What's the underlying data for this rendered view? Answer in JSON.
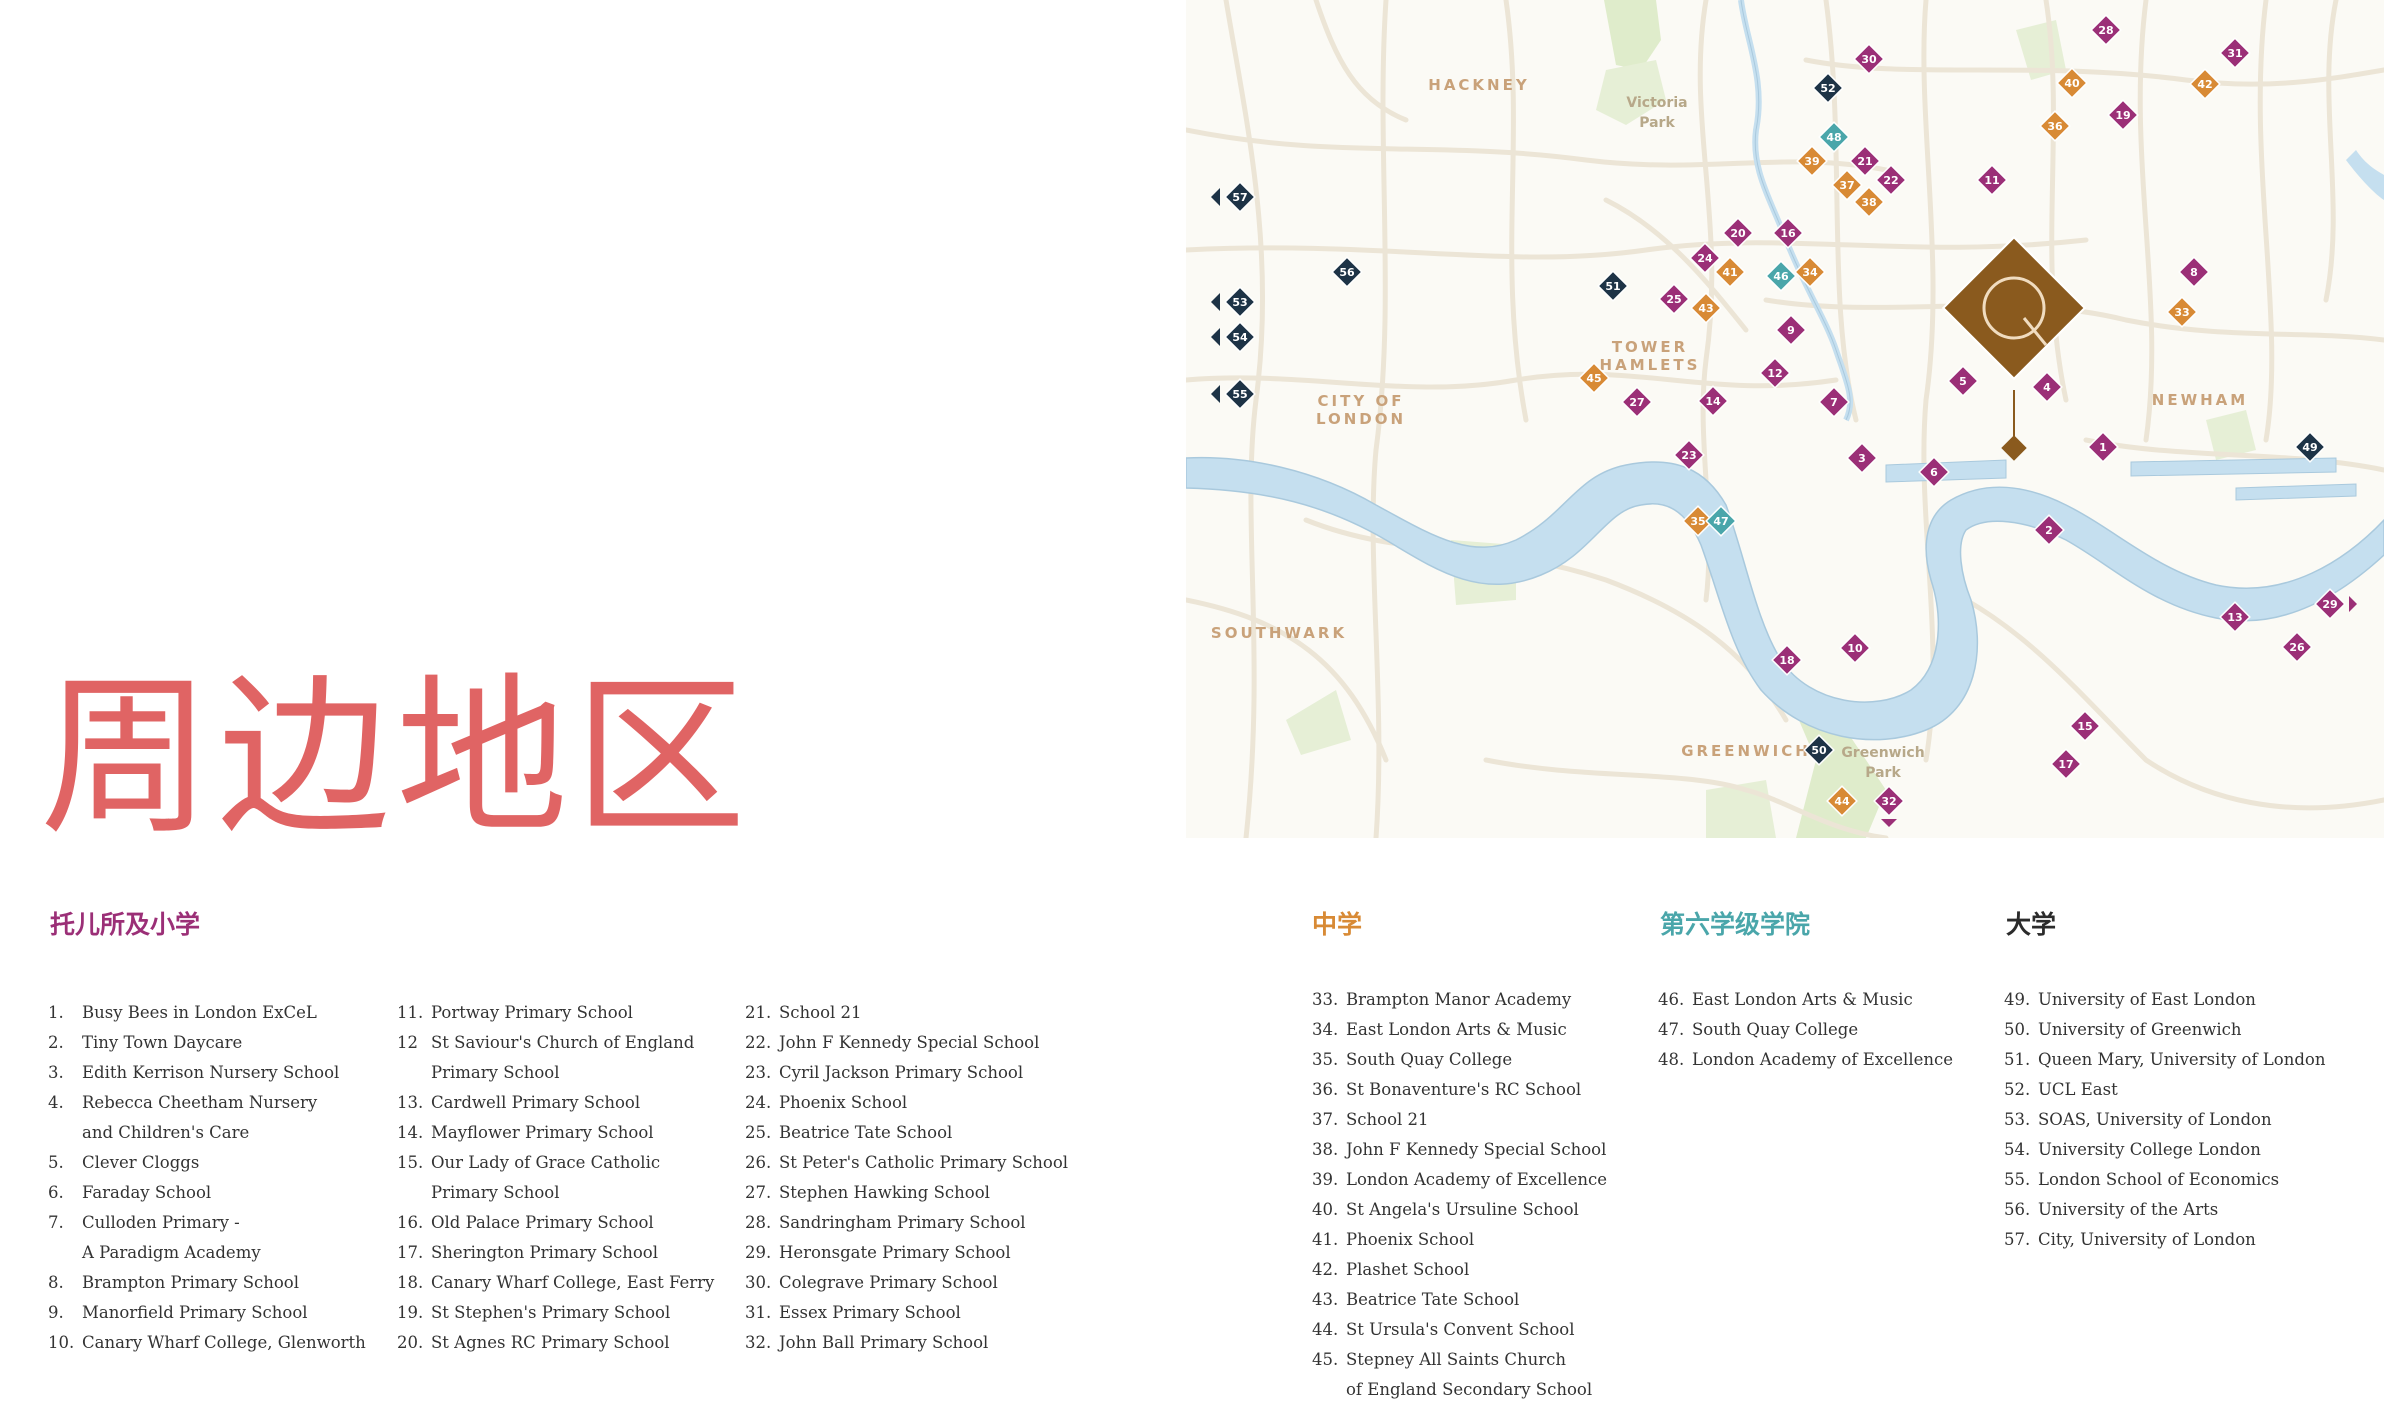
{
  "title": "周边地区",
  "colors": {
    "nursery_primary": "#9b2f77",
    "secondary": "#d88a35",
    "sixth_form": "#4aa6aa",
    "university": "#1d3346",
    "heading": "#e06464",
    "river": "#c5dfef",
    "park": "#dfeccb",
    "road": "#ece5d6",
    "site": "#8a5a1e"
  },
  "map": {
    "areas": [
      "HACKNEY",
      "TOWER",
      "HAMLETS",
      "CITY OF",
      "LONDON",
      "SOUTHWARK",
      "GREENWICH",
      "NEWHAM"
    ],
    "parks": [
      "Victoria",
      "Park",
      "Greenwich",
      "Park"
    ],
    "site_marker": {
      "icon": "letter-q-logo"
    },
    "markers": [
      {
        "n": "1",
        "cat": "nursery_primary"
      },
      {
        "n": "2",
        "cat": "nursery_primary"
      },
      {
        "n": "3",
        "cat": "nursery_primary"
      },
      {
        "n": "4",
        "cat": "nursery_primary"
      },
      {
        "n": "5",
        "cat": "nursery_primary"
      },
      {
        "n": "6",
        "cat": "nursery_primary"
      },
      {
        "n": "7",
        "cat": "nursery_primary"
      },
      {
        "n": "8",
        "cat": "nursery_primary"
      },
      {
        "n": "9",
        "cat": "nursery_primary"
      },
      {
        "n": "10",
        "cat": "nursery_primary"
      },
      {
        "n": "11",
        "cat": "nursery_primary"
      },
      {
        "n": "12",
        "cat": "nursery_primary"
      },
      {
        "n": "13",
        "cat": "nursery_primary"
      },
      {
        "n": "14",
        "cat": "nursery_primary"
      },
      {
        "n": "15",
        "cat": "nursery_primary"
      },
      {
        "n": "16",
        "cat": "nursery_primary"
      },
      {
        "n": "17",
        "cat": "nursery_primary"
      },
      {
        "n": "18",
        "cat": "nursery_primary"
      },
      {
        "n": "19",
        "cat": "nursery_primary"
      },
      {
        "n": "20",
        "cat": "nursery_primary"
      },
      {
        "n": "21",
        "cat": "nursery_primary"
      },
      {
        "n": "22",
        "cat": "nursery_primary"
      },
      {
        "n": "23",
        "cat": "nursery_primary"
      },
      {
        "n": "24",
        "cat": "nursery_primary"
      },
      {
        "n": "25",
        "cat": "nursery_primary"
      },
      {
        "n": "26",
        "cat": "nursery_primary"
      },
      {
        "n": "27",
        "cat": "nursery_primary"
      },
      {
        "n": "28",
        "cat": "nursery_primary"
      },
      {
        "n": "29",
        "cat": "nursery_primary"
      },
      {
        "n": "30",
        "cat": "nursery_primary"
      },
      {
        "n": "31",
        "cat": "nursery_primary"
      },
      {
        "n": "32",
        "cat": "nursery_primary"
      },
      {
        "n": "33",
        "cat": "secondary"
      },
      {
        "n": "34",
        "cat": "secondary"
      },
      {
        "n": "35",
        "cat": "secondary"
      },
      {
        "n": "36",
        "cat": "secondary"
      },
      {
        "n": "37",
        "cat": "secondary"
      },
      {
        "n": "38",
        "cat": "secondary"
      },
      {
        "n": "39",
        "cat": "secondary"
      },
      {
        "n": "40",
        "cat": "secondary"
      },
      {
        "n": "41",
        "cat": "secondary"
      },
      {
        "n": "42",
        "cat": "secondary"
      },
      {
        "n": "43",
        "cat": "secondary"
      },
      {
        "n": "44",
        "cat": "secondary"
      },
      {
        "n": "45",
        "cat": "secondary"
      },
      {
        "n": "46",
        "cat": "sixth_form"
      },
      {
        "n": "47",
        "cat": "sixth_form"
      },
      {
        "n": "48",
        "cat": "sixth_form"
      },
      {
        "n": "49",
        "cat": "university"
      },
      {
        "n": "50",
        "cat": "university"
      },
      {
        "n": "51",
        "cat": "university"
      },
      {
        "n": "52",
        "cat": "university"
      },
      {
        "n": "53",
        "cat": "university"
      },
      {
        "n": "54",
        "cat": "university"
      },
      {
        "n": "55",
        "cat": "university"
      },
      {
        "n": "56",
        "cat": "university"
      },
      {
        "n": "57",
        "cat": "university"
      }
    ]
  },
  "sections": {
    "nursery_primary": {
      "heading": "托儿所及小学",
      "items": [
        {
          "num": "1.",
          "name": "Busy Bees in London ExCeL"
        },
        {
          "num": "2.",
          "name": "Tiny Town Daycare"
        },
        {
          "num": "3.",
          "name": "Edith Kerrison Nursery School"
        },
        {
          "num": "4.",
          "name": "Rebecca Cheetham Nursery"
        },
        {
          "num": "",
          "name": "and Children's Care"
        },
        {
          "num": "5.",
          "name": "Clever Cloggs"
        },
        {
          "num": "6.",
          "name": "Faraday School"
        },
        {
          "num": "7.",
          "name": "Culloden Primary -"
        },
        {
          "num": "",
          "name": "A Paradigm Academy"
        },
        {
          "num": "8.",
          "name": "Brampton Primary School"
        },
        {
          "num": "9.",
          "name": "Manorfield Primary School"
        },
        {
          "num": "10.",
          "name": "Canary Wharf College, Glenworth"
        },
        {
          "num": "11.",
          "name": "Portway Primary School"
        },
        {
          "num": "12",
          "name": "St Saviour's Church of England"
        },
        {
          "num": "",
          "name": "Primary School"
        },
        {
          "num": "13.",
          "name": "Cardwell Primary School"
        },
        {
          "num": "14.",
          "name": "Mayflower Primary School"
        },
        {
          "num": "15.",
          "name": "Our Lady of Grace Catholic"
        },
        {
          "num": "",
          "name": "Primary School"
        },
        {
          "num": "16.",
          "name": "Old Palace Primary School"
        },
        {
          "num": "17.",
          "name": "Sherington Primary School"
        },
        {
          "num": "18.",
          "name": "Canary Wharf College, East Ferry"
        },
        {
          "num": "19.",
          "name": "St Stephen's Primary School"
        },
        {
          "num": "20.",
          "name": "St Agnes RC Primary School"
        },
        {
          "num": "21.",
          "name": "School 21"
        },
        {
          "num": "22.",
          "name": "John F Kennedy Special School"
        },
        {
          "num": "23.",
          "name": "Cyril Jackson Primary School"
        },
        {
          "num": "24.",
          "name": "Phoenix School"
        },
        {
          "num": "25.",
          "name": "Beatrice Tate School"
        },
        {
          "num": "26.",
          "name": "St Peter's Catholic Primary School"
        },
        {
          "num": "27.",
          "name": "Stephen Hawking School"
        },
        {
          "num": "28.",
          "name": "Sandringham Primary School"
        },
        {
          "num": "29.",
          "name": "Heronsgate Primary School"
        },
        {
          "num": "30.",
          "name": "Colegrave Primary School"
        },
        {
          "num": "31.",
          "name": "Essex Primary School"
        },
        {
          "num": "32.",
          "name": "John Ball Primary School"
        }
      ]
    },
    "secondary": {
      "heading": "中学",
      "items": [
        {
          "num": "33.",
          "name": "Brampton Manor Academy"
        },
        {
          "num": "34.",
          "name": "East London Arts & Music"
        },
        {
          "num": "35.",
          "name": "South Quay College"
        },
        {
          "num": "36.",
          "name": "St Bonaventure's RC School"
        },
        {
          "num": "37.",
          "name": "School 21"
        },
        {
          "num": "38.",
          "name": "John F Kennedy Special School"
        },
        {
          "num": "39.",
          "name": "London Academy of Excellence"
        },
        {
          "num": "40.",
          "name": "St Angela's Ursuline School"
        },
        {
          "num": "41.",
          "name": "Phoenix School"
        },
        {
          "num": "42.",
          "name": "Plashet School"
        },
        {
          "num": "43.",
          "name": "Beatrice Tate School"
        },
        {
          "num": "44.",
          "name": "St Ursula's Convent School"
        },
        {
          "num": "45.",
          "name": "Stepney All Saints Church"
        },
        {
          "num": "",
          "name": "of England Secondary School"
        }
      ]
    },
    "sixth_form": {
      "heading": "第六学级学院",
      "items": [
        {
          "num": "46.",
          "name": "East London Arts & Music"
        },
        {
          "num": "47.",
          "name": "South Quay College"
        },
        {
          "num": "48.",
          "name": "London Academy of Excellence"
        }
      ]
    },
    "university": {
      "heading": "大学",
      "items": [
        {
          "num": "49.",
          "name": "University of East London"
        },
        {
          "num": "50.",
          "name": "University of Greenwich"
        },
        {
          "num": "51.",
          "name": "Queen Mary, University of London"
        },
        {
          "num": "52.",
          "name": "UCL East"
        },
        {
          "num": "53.",
          "name": "SOAS, University of London"
        },
        {
          "num": "54.",
          "name": "University College London"
        },
        {
          "num": "55.",
          "name": "London School of Economics"
        },
        {
          "num": "56.",
          "name": "University of the Arts"
        },
        {
          "num": "57.",
          "name": "City, University of London"
        }
      ]
    }
  }
}
